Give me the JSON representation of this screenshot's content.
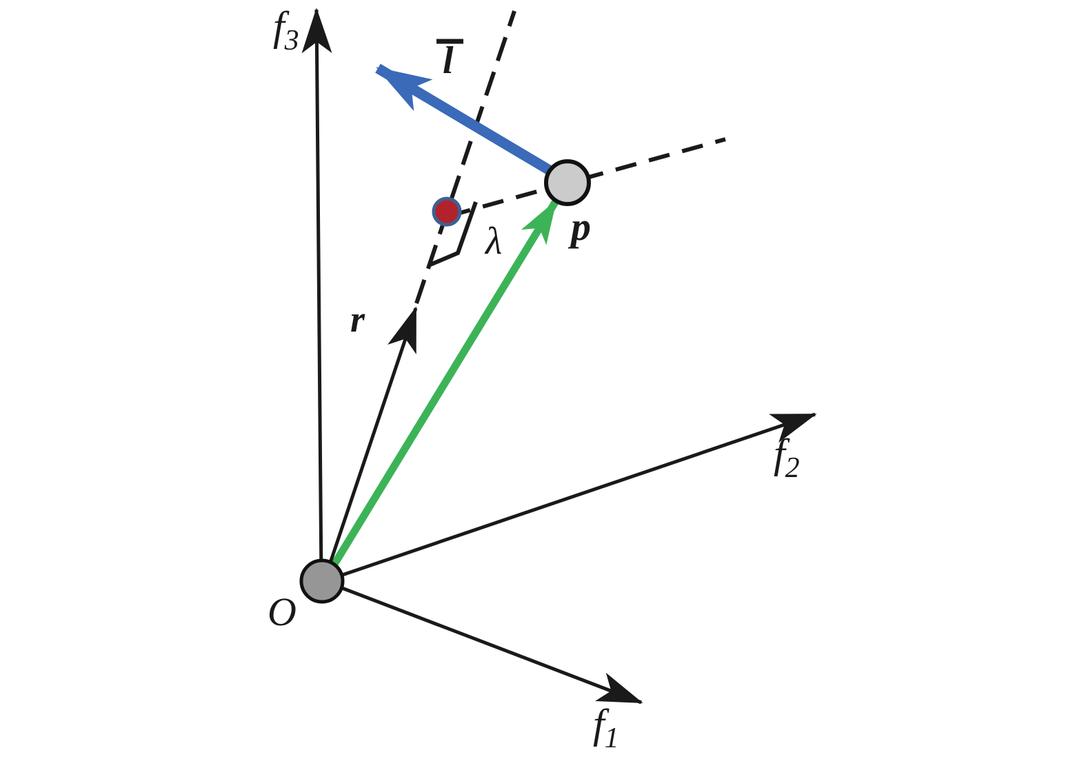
{
  "figure": {
    "kind": "3d-vector-geometry-diagram",
    "background": "#ffffff",
    "labels": {
      "axis_f1": {
        "base": "f",
        "sub": "1"
      },
      "axis_f2": {
        "base": "f",
        "sub": "2"
      },
      "axis_f3": {
        "base": "f",
        "sub": "3"
      },
      "origin": "O",
      "point_p": "p",
      "vector_r": "r",
      "lambda": "λ",
      "line_direction": "l"
    },
    "colors": {
      "axis_black": "#1a1a1a",
      "vector_green": "#3db358",
      "vector_blue": "#3a6ab8",
      "dashed_black": "#1a1a1a",
      "red_dot_fill": "#b2222c",
      "red_dot_ring": "#3d6091",
      "point_p_fill": "#cbcbcb",
      "origin_fill": "#969696",
      "node_outline": "#111111"
    }
  }
}
